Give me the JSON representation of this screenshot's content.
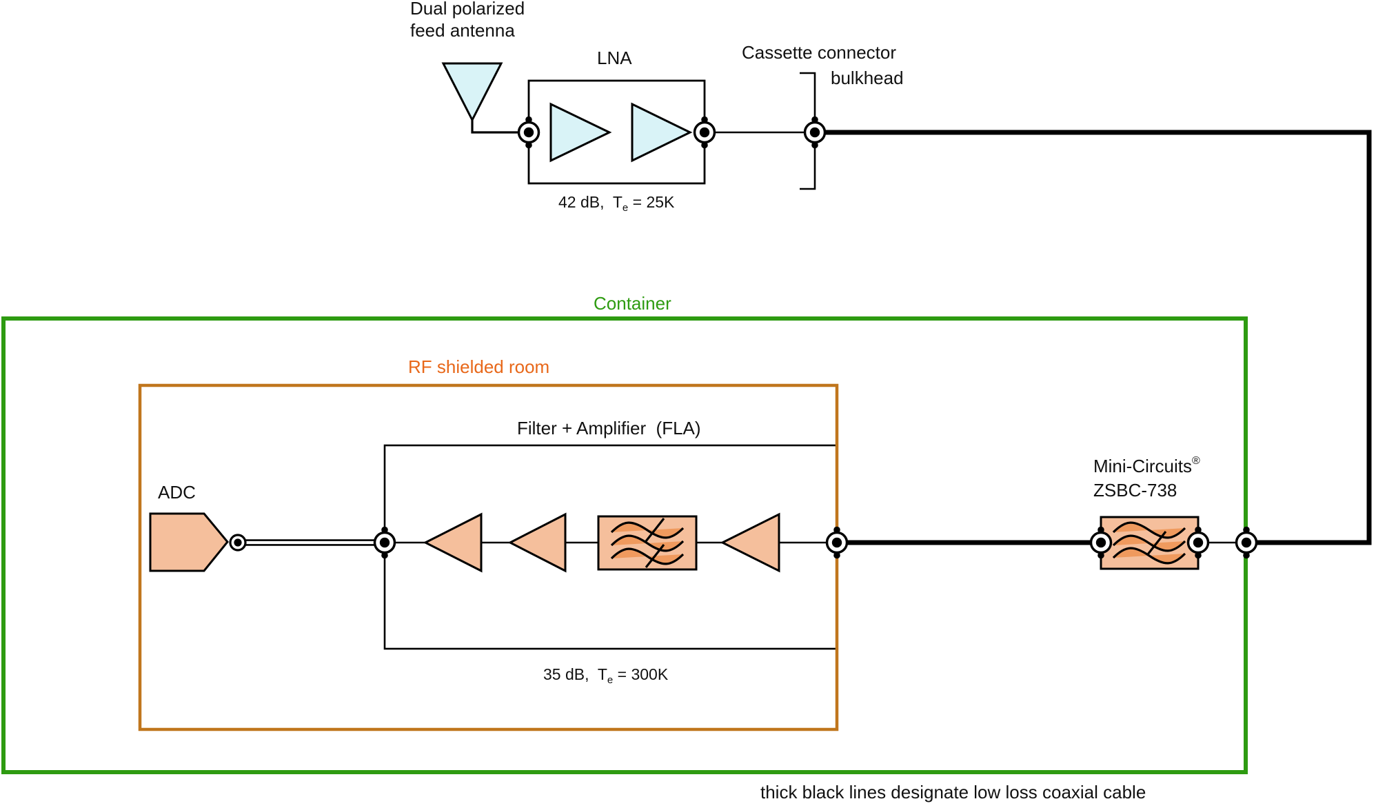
{
  "colors": {
    "container_green": "#2e9b11",
    "room_border_orange": "#c0761d",
    "room_label_orange": "#e8681a",
    "component_orange": "#f5bf9c",
    "wave_shade_orange": "#ef9a5e",
    "cryo_cyan": "#d9f3f7"
  },
  "labels": {
    "feed_antenna_line1": "Dual polarized",
    "feed_antenna_line2": "feed antenna",
    "lna": "LNA",
    "lna_gain_prefix": "42 dB,  T",
    "lna_gain_sub": "e",
    "lna_gain_suffix": " = 25K",
    "cassette_line1": "Cassette connector",
    "cassette_line2": "bulkhead",
    "container": "Container",
    "rf_room": "RF shielded room",
    "fla_title": "Filter + Amplifier  (FLA)",
    "fla_gain_prefix": "35 dB,  T",
    "fla_gain_sub": "e",
    "fla_gain_suffix": " = 300K",
    "adc": "ADC",
    "minicircuits_brand": "Mini-Circuits",
    "minicircuits_reg": "®",
    "minicircuits_model": "ZSBC-738",
    "note": "thick black lines designate low loss coaxial cable"
  }
}
